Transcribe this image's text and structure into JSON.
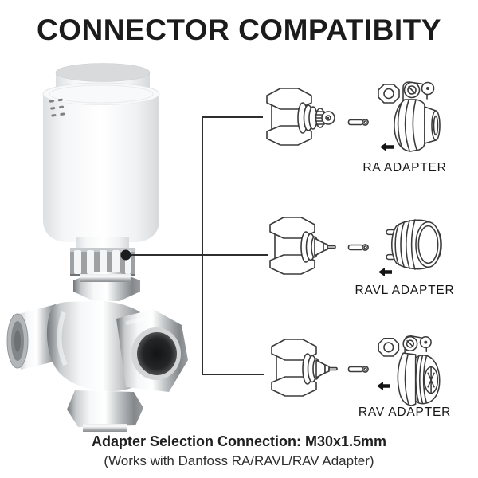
{
  "title": "CONNECTOR COMPATIBITY",
  "adapters": [
    {
      "label": "RA ADAPTER"
    },
    {
      "label": "RAVL ADAPTER"
    },
    {
      "label": "RAV ADAPTER"
    }
  ],
  "footer": {
    "line1": "Adapter Selection Connection: M30x1.5mm",
    "line2": "(Works with Danfoss RA/RAVL/RAV Adapter)"
  },
  "icons": {
    "arrow_left": "left-arrow pointing from adapter toward pin",
    "indicator_dot": "black callout dot on actuator collar"
  },
  "colors": {
    "background": "#ffffff",
    "title_text": "#1b1b1b",
    "label_text": "#161616",
    "line_art": "#3b3b3b",
    "callout_line": "#2e2e2e",
    "indicator_dot": "#1b1c1c"
  }
}
